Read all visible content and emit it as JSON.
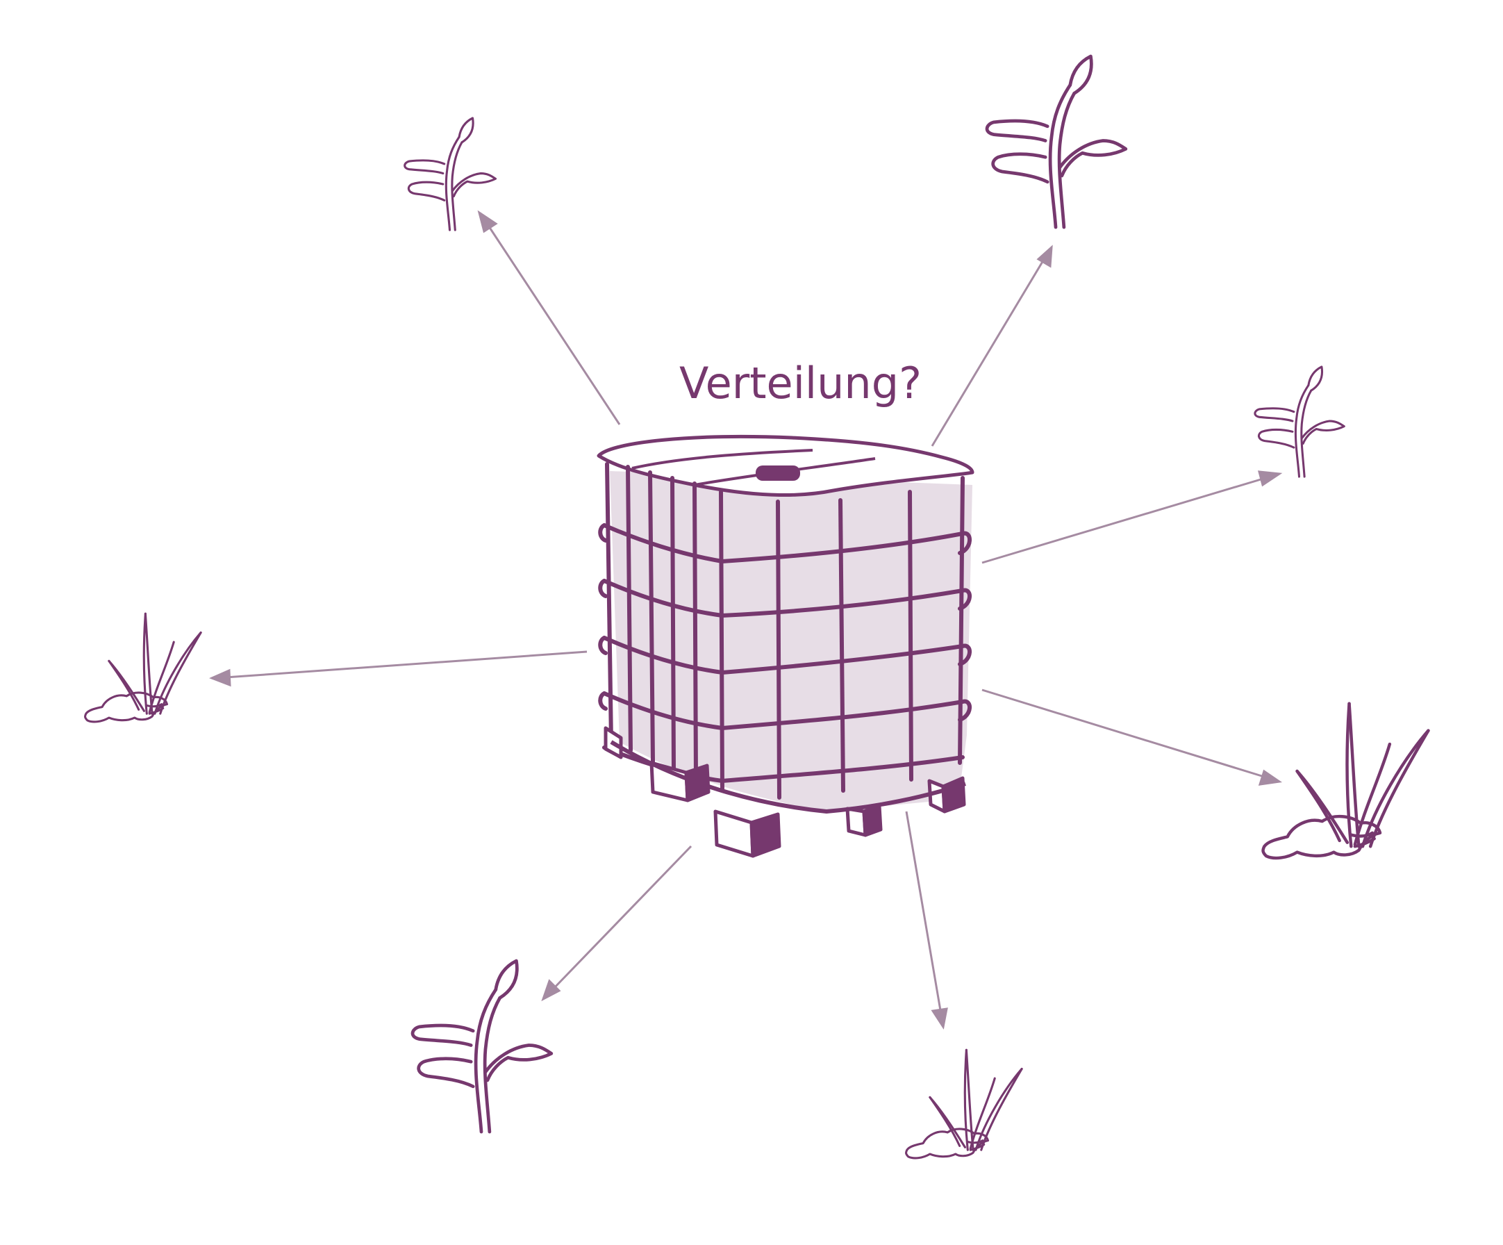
{
  "diagram": {
    "title": "Verteilung?",
    "colors": {
      "primary": "#76386e",
      "tank_fill": "#e7dde6",
      "arrow": "#a58ba2",
      "background": "#ffffff"
    },
    "center_icon": "ibc-tank-icon",
    "targets": [
      {
        "id": "top-left",
        "icon": "seedling-icon"
      },
      {
        "id": "top-right",
        "icon": "seedling-icon"
      },
      {
        "id": "right",
        "icon": "seedling-icon"
      },
      {
        "id": "lower-right",
        "icon": "grass-tuft-icon"
      },
      {
        "id": "bottom",
        "icon": "grass-tuft-icon"
      },
      {
        "id": "bottom-left",
        "icon": "seedling-icon"
      },
      {
        "id": "left",
        "icon": "grass-tuft-icon"
      }
    ]
  }
}
